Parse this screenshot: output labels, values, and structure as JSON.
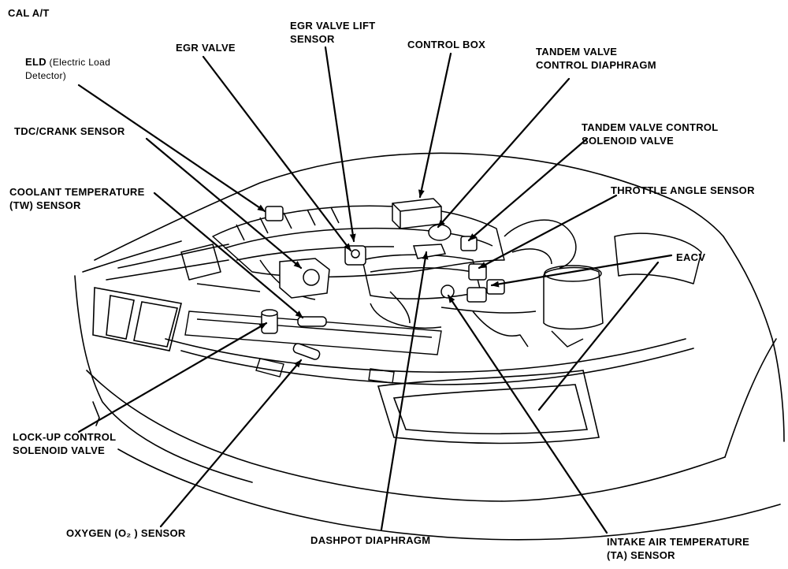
{
  "header": {
    "title": "CAL A/T"
  },
  "labels": {
    "eld": {
      "line1_bold": "ELD",
      "line1_rest": " (Electric Load",
      "line2": "Detector)"
    },
    "egr_valve": {
      "text": "EGR VALVE"
    },
    "egr_valve_lift_sensor": {
      "line1": "EGR VALVE LIFT",
      "line2": "SENSOR"
    },
    "control_box": {
      "text": "CONTROL BOX"
    },
    "tandem_valve_control_diaphragm": {
      "line1": "TANDEM VALVE",
      "line2": "CONTROL DIAPHRAGM"
    },
    "tdc_crank_sensor": {
      "text": "TDC/CRANK SENSOR"
    },
    "tandem_valve_control_solenoid_valve": {
      "line1": "TANDEM VALVE CONTROL",
      "line2": "SOLENOID VALVE"
    },
    "coolant_temperature_sensor": {
      "line1": "COOLANT TEMPERATURE",
      "line2": "(TW) SENSOR"
    },
    "throttle_angle_sensor": {
      "text": "THROTTLE ANGLE SENSOR"
    },
    "eacv": {
      "text": "EACV"
    },
    "lockup_control_solenoid_valve": {
      "line1": "LOCK-UP CONTROL",
      "line2": "SOLENOID VALVE"
    },
    "oxygen_sensor": {
      "text": "OXYGEN (O₂ ) SENSOR"
    },
    "dashpot_diaphragm": {
      "text": "DASHPOT DIAPHRAGM"
    },
    "intake_air_temperature_sensor": {
      "line1": "INTAKE AIR TEMPERATURE",
      "line2": "(TA) SENSOR"
    }
  }
}
